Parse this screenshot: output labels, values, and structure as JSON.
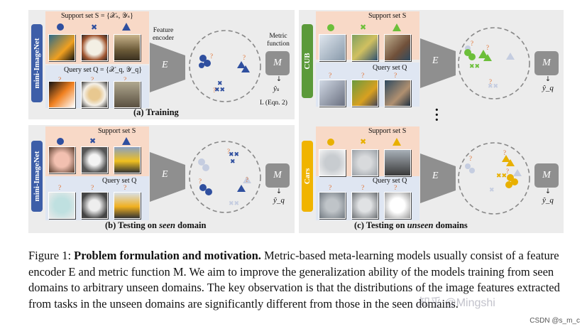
{
  "figure": {
    "panel_a": {
      "sidebar_label": "mini-ImageNet",
      "support_label": "Support set S = {𝒳ₛ, 𝒴ₛ}",
      "query_label": "Query set Q = {𝒳_q, 𝒴_q}",
      "encoder_label": "Feature encoder",
      "metric_label": "Metric function",
      "encoder_letter": "E",
      "metric_letter": "M",
      "output_label": "ŷₛ",
      "loss_label": "L (Eqn. 2)",
      "caption": "(a) Training"
    },
    "panel_b": {
      "sidebar_label": "mini-ImageNet",
      "support_label": "Support set S",
      "query_label": "Query set Q",
      "encoder_letter": "E",
      "metric_letter": "M",
      "output_label": "ŷ_q",
      "caption_prefix": "(b) Testing on ",
      "caption_em": "seen",
      "caption_suffix": " domain"
    },
    "panel_c_top": {
      "sidebar_label": "CUB",
      "support_label": "Support set S",
      "query_label": "Query set Q",
      "encoder_letter": "E",
      "metric_letter": "M",
      "output_label": "ŷ_q"
    },
    "panel_c_bottom": {
      "sidebar_label": "Cars",
      "support_label": "Support set S",
      "query_label": "Query set Q",
      "encoder_letter": "E",
      "metric_letter": "M",
      "output_label": "ŷ_q"
    },
    "panel_c_caption_prefix": "(c) Testing on ",
    "panel_c_caption_em": "unseen",
    "panel_c_caption_suffix": " domains",
    "question_mark": "?",
    "colors": {
      "mini_sidebar": "#3d5ea8",
      "cub_sidebar": "#5b9a3a",
      "cars_sidebar": "#f0b400",
      "blue_shape": "#2f4f9f",
      "green_shape": "#6cbf3a",
      "yellow_shape": "#e8b000",
      "encoder": "#8f8f8f"
    }
  },
  "caption": {
    "prefix": "Figure 1: ",
    "bold": "Problem formulation and motivation.",
    "text": " Metric-based meta-learning models usually consist of a feature encoder E and metric function M. We aim to improve the generalization ability of the models training from seen domains to arbitrary unseen domains. The key observation is that the distributions of the image features extracted from tasks in the unseen domains are significantly different from those in the seen domains."
  },
  "watermark": {
    "site": "CSDN @s_m_c",
    "overlay": "知乎 @Mingshi"
  }
}
